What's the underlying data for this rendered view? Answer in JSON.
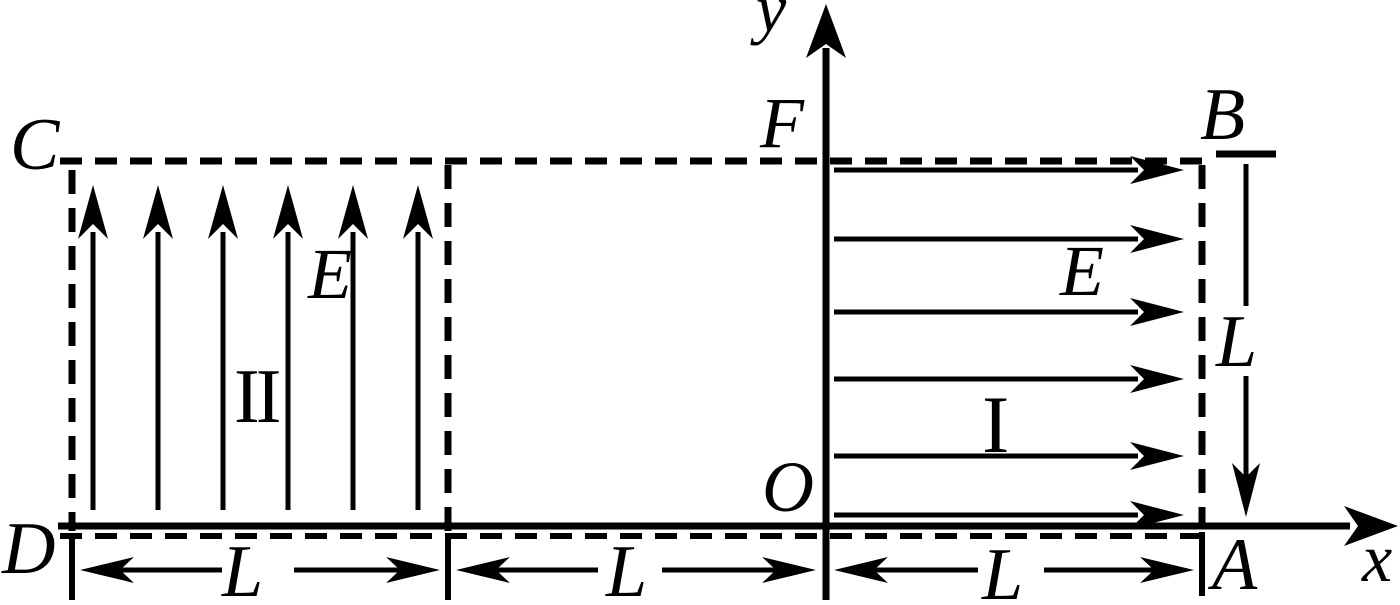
{
  "figure": {
    "type": "physics field diagram",
    "axis_labels": {
      "x": "x",
      "y": "y"
    },
    "point_labels": {
      "C": "C",
      "D": "D",
      "F": "F",
      "O": "O",
      "B": "B",
      "A": "A"
    },
    "region_1": {
      "numeral": "I",
      "field_label": "E",
      "field_direction": "right",
      "field_line_count": 6
    },
    "region_2": {
      "numeral": "II",
      "field_label": "E",
      "field_direction": "up",
      "field_line_count": 6
    },
    "length_labels": {
      "bottom_left": "L",
      "bottom_middle": "L",
      "bottom_right": "L",
      "right_side": "L"
    }
  }
}
